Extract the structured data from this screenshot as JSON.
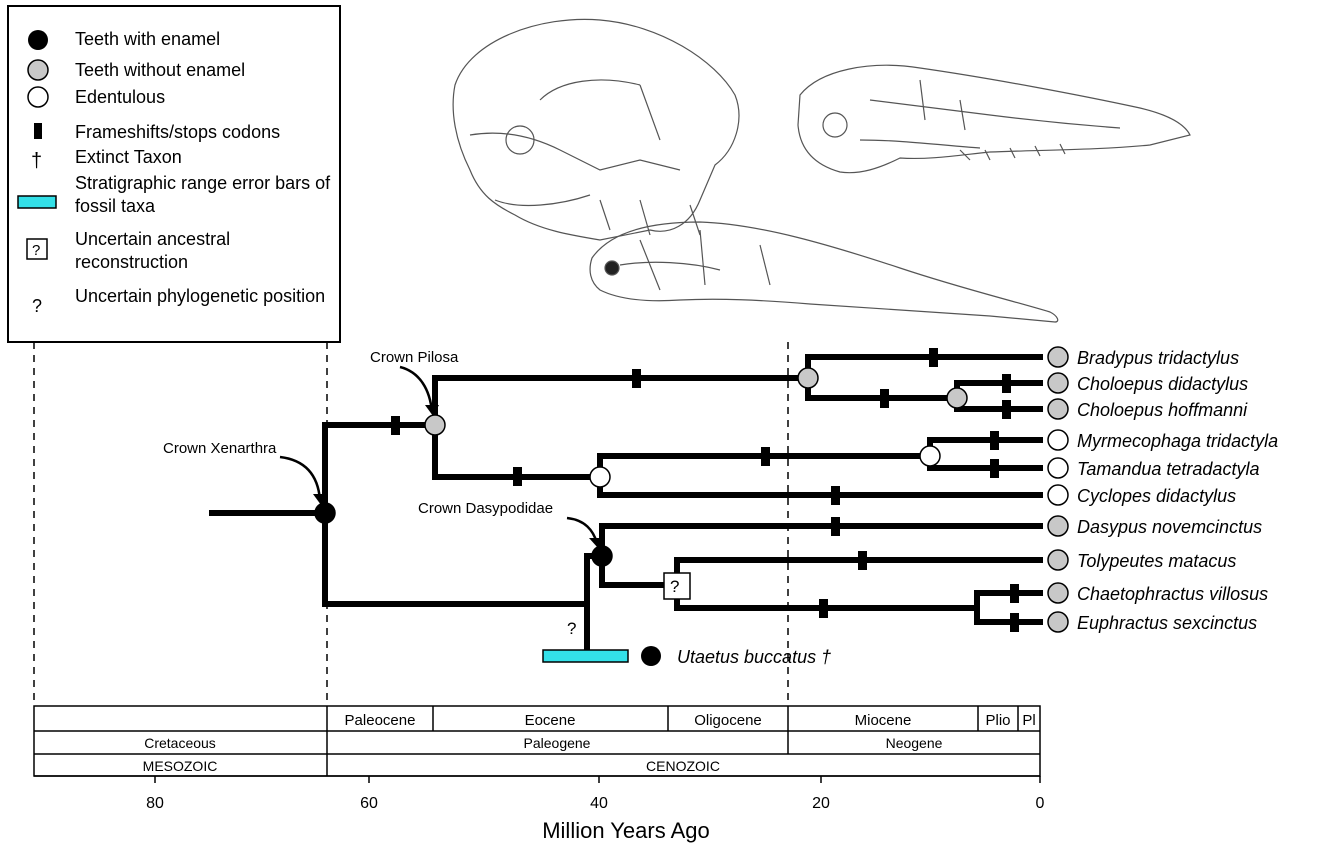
{
  "legend": {
    "items": [
      {
        "symbol": "filled-circle",
        "label": "Teeth with enamel"
      },
      {
        "symbol": "gray-circle",
        "label": "Teeth without enamel"
      },
      {
        "symbol": "open-circle",
        "label": "Edentulous"
      },
      {
        "symbol": "black-bar",
        "label": "Frameshifts/stops codons"
      },
      {
        "symbol": "dagger",
        "label": "Extinct Taxon"
      },
      {
        "symbol": "cyan-bar",
        "label": "Stratigraphic range error bars of fossil taxa"
      },
      {
        "symbol": "question-box",
        "label": "Uncertain ancestral reconstruction"
      },
      {
        "symbol": "question-mark",
        "label": "Uncertain phylogenetic position"
      }
    ],
    "dagger_glyph": "†",
    "question_glyph": "?"
  },
  "nodes": {
    "crown_xenarthra": "Crown Xenarthra",
    "crown_pilosa": "Crown Pilosa",
    "crown_dasypodidae": "Crown Dasypodidae",
    "uncertain_mark": "?",
    "uncertain_box": "?"
  },
  "taxa": [
    {
      "name": "Bradypus tridactylus",
      "state": "gray"
    },
    {
      "name": "Choloepus didactylus",
      "state": "gray"
    },
    {
      "name": "Choloepus hoffmanni",
      "state": "gray"
    },
    {
      "name": "Myrmecophaga tridactyla",
      "state": "open"
    },
    {
      "name": "Tamandua tetradactyla",
      "state": "open"
    },
    {
      "name": "Cyclopes didactylus",
      "state": "open"
    },
    {
      "name": "Dasypus novemcinctus",
      "state": "gray"
    },
    {
      "name": "Tolypeutes matacus",
      "state": "gray"
    },
    {
      "name": "Chaetophractus villosus",
      "state": "gray"
    },
    {
      "name": "Euphractus sexcinctus",
      "state": "gray"
    }
  ],
  "fossil": {
    "name": "Utaetus buccatus †",
    "state": "filled"
  },
  "timescale": {
    "epochs": [
      "Paleocene",
      "Eocene",
      "Oligocene",
      "Miocene",
      "Plio",
      "Pl"
    ],
    "periods": [
      "Cretaceous",
      "Paleogene",
      "Neogene"
    ],
    "eras": [
      "MESOZOIC",
      "CENOZOIC"
    ],
    "ticks": [
      "80",
      "60",
      "40",
      "20",
      "0"
    ],
    "xlabel": "Million Years Ago"
  },
  "colors": {
    "branch": "#000000",
    "gray_state": "#c8c8c8",
    "fossil_range": "#33e0e8"
  }
}
